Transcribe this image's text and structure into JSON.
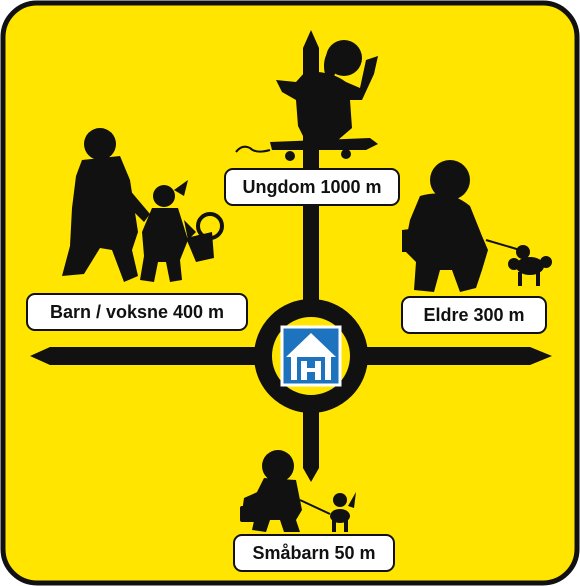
{
  "sign": {
    "background_color": "#FFE500",
    "border_color": "#111111",
    "symbol_color": "#111111",
    "center_icon": {
      "name": "house-icon",
      "background_color": "#1E73BE"
    },
    "labels": {
      "north": "Ungdom 1000 m",
      "west": "Barn / voksne 400 m",
      "east": "Eldre 300 m",
      "south": "Småbarn 50 m"
    },
    "silhouettes": {
      "north": "skateboarder-silhouette",
      "west": "adult-and-child-silhouette",
      "east": "elderly-woman-with-poodle-silhouette",
      "south": "toddler-with-dog-silhouette"
    }
  }
}
